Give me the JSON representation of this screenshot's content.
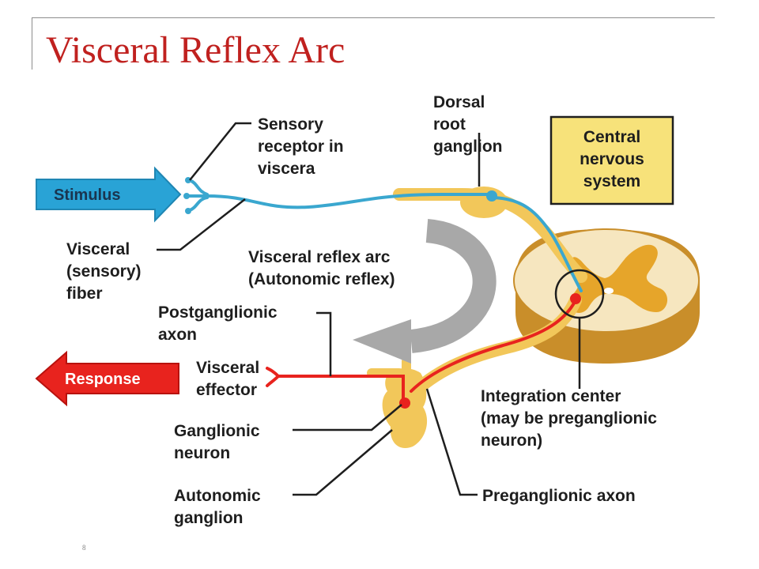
{
  "slide": {
    "title": "Visceral Reflex Arc",
    "footer_mark": "8"
  },
  "diagram": {
    "stimulus_label": "Stimulus",
    "response_label": "Response",
    "cns_label": [
      "Central",
      "nervous",
      "system"
    ],
    "arc_title": "Visceral reflex arc",
    "arc_subtitle": "(Autonomic reflex)",
    "labels": {
      "sensory_receptor": [
        "Sensory",
        "receptor in",
        "viscera"
      ],
      "dorsal_root_ganglion": [
        "Dorsal",
        "root",
        "ganglion"
      ],
      "visceral_sensory_fiber": [
        "Visceral",
        "(sensory)",
        "fiber"
      ],
      "postganglionic_axon": [
        "Postganglionic",
        "axon"
      ],
      "visceral_effector": [
        "Visceral",
        "effector"
      ],
      "ganglionic_neuron": [
        "Ganglionic",
        "neuron"
      ],
      "autonomic_ganglion": [
        "Autonomic",
        "ganglion"
      ],
      "integration_center": [
        "Integration center",
        "(may be preganglionic",
        "neuron)"
      ],
      "preganglionic_axon": [
        "Preganglionic axon"
      ]
    },
    "colors": {
      "sensory_pathway": "#3aa7cf",
      "motor_pathway": "#e8231e",
      "nerve_sheath": "#f2c75a",
      "stimulus_arrow": "#29a3d6",
      "response_arrow": "#e8231e",
      "cns_box": "#f7e27a",
      "spinal_cord_white_matter": "#f6e6bf",
      "spinal_cord_gray_matter": "#e6a52a",
      "curved_arrow": "#a8a8a8"
    }
  }
}
